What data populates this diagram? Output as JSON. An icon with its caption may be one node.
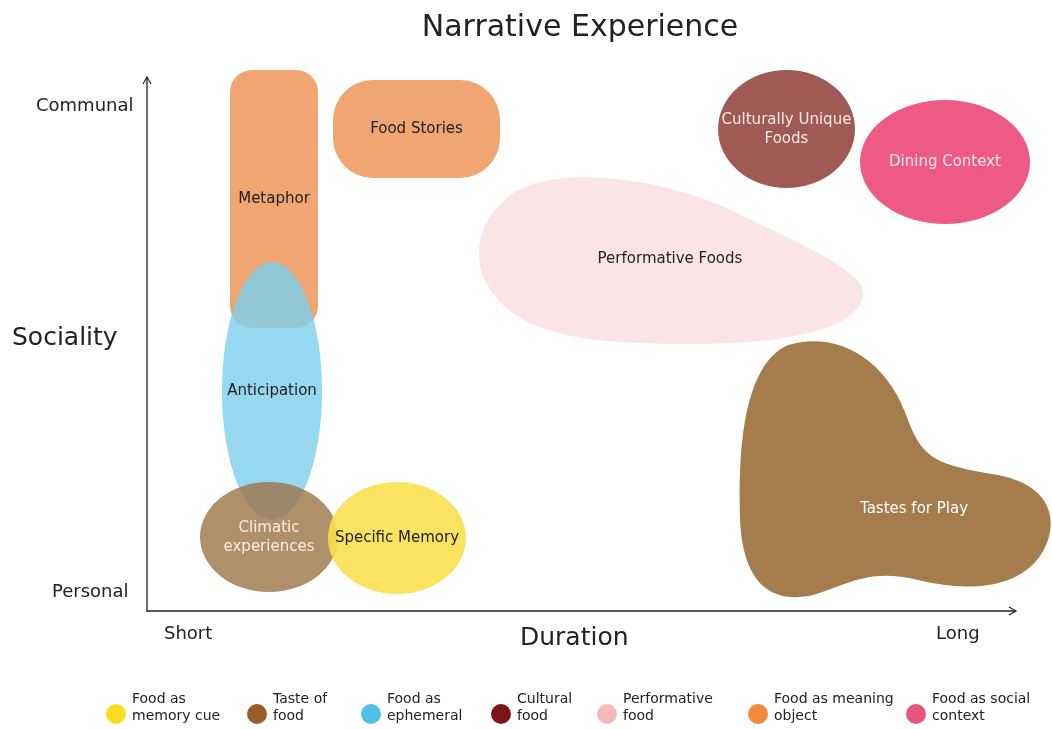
{
  "diagram": {
    "title": "Narrative Experience",
    "nodes": [
      {
        "text": [
          "Metaphor"
        ]
      },
      {
        "text": [
          "Food Stories"
        ]
      },
      {
        "text": [
          "Culturally Unique Foods"
        ]
      },
      {
        "text": [
          "Dining Context"
        ]
      },
      {
        "text": [
          "Performative Foods"
        ]
      },
      {
        "text": [
          "Anticipation"
        ]
      },
      {
        "text": [
          "Tastes for Play"
        ]
      },
      {
        "text": [
          "Climatic experiences"
        ]
      },
      {
        "text": [
          "Specific Memory"
        ]
      }
    ],
    "edges": [],
    "labels": [
      "Communal",
      "Sociality",
      "Personal",
      "Short",
      "Duration",
      "Long"
    ],
    "legend": [
      {
        "text": "Food as memory cue",
        "color": "#f9dc1e"
      },
      {
        "text": "Taste of food",
        "color": "#9a5e2a"
      },
      {
        "text": "Food as ephemeral",
        "color": "#4fc0e8"
      },
      {
        "text": "Cultural food",
        "color": "#7d1616"
      },
      {
        "text": "Performative food",
        "color": "#f7b9b8"
      },
      {
        "text": "Food as meaning object",
        "color": "#f08a3c"
      },
      {
        "text": "Food as social context",
        "color": "#e8557f"
      }
    ]
  }
}
